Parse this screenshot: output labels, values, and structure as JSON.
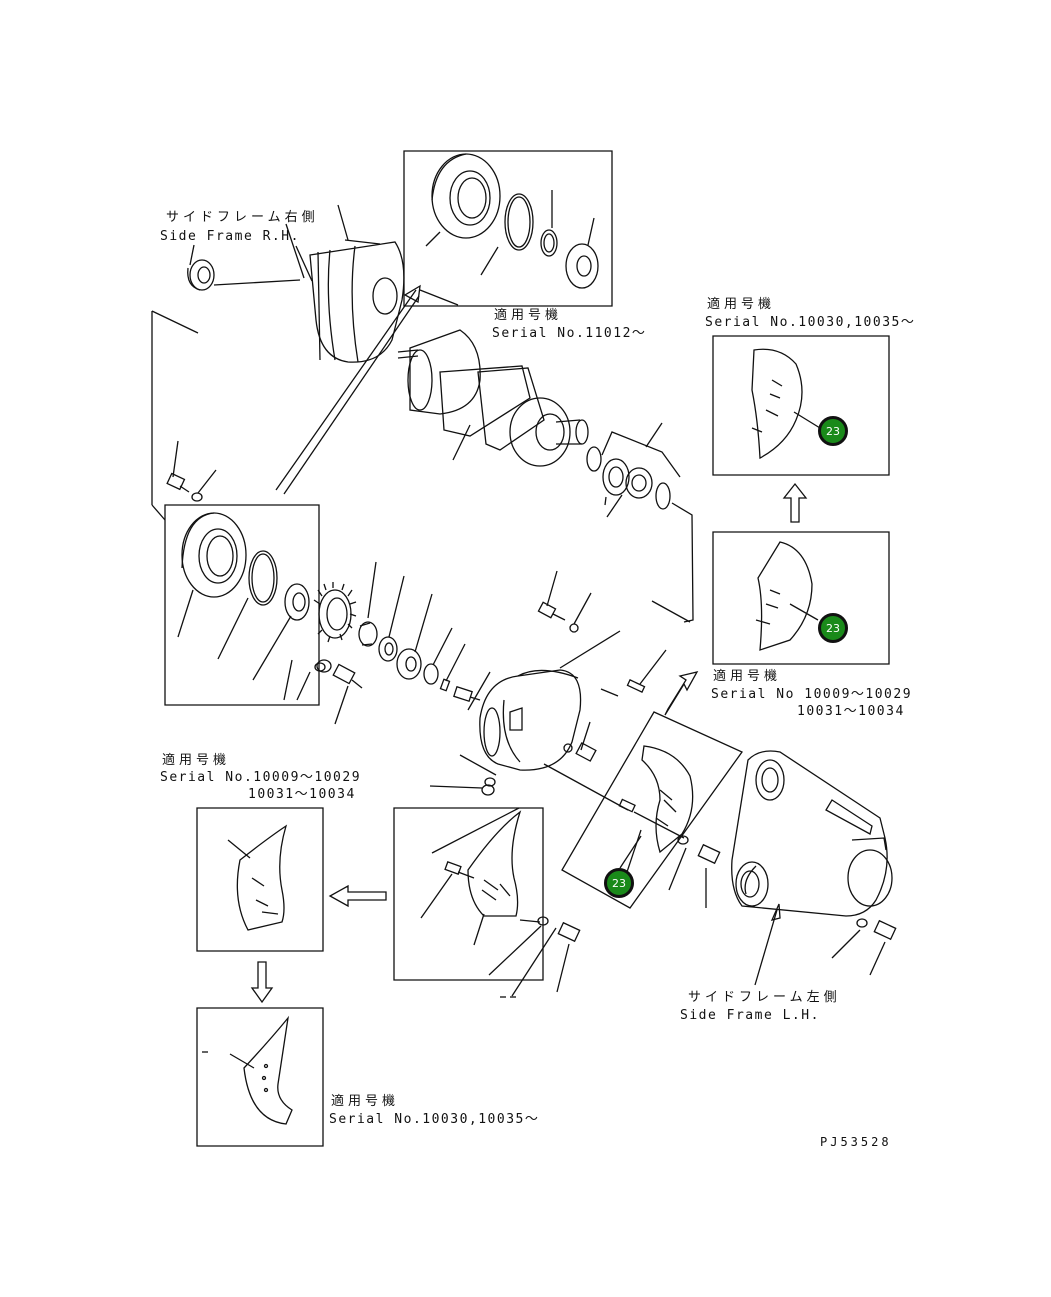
{
  "labels": {
    "side_frame_rh_jp": "サイドフレーム右側",
    "side_frame_rh_en": "Side Frame R.H.",
    "serial_jp": "適用号機",
    "serial_11012": "Serial No.11012～",
    "serial_10030_right": "Serial No.10030,10035～",
    "serial_10009_right_1": "Serial No 10009～10029",
    "serial_10009_right_2": "10031～10034",
    "serial_10009_left_1": "Serial No.10009～10029",
    "serial_10009_left_2": "10031～10034",
    "side_frame_lh_jp": "サイドフレーム左側",
    "side_frame_lh_en": "Side Frame L.H.",
    "serial_10030_bottom": "Serial No.10030,10035～",
    "drawing_no": "PJ53528"
  },
  "ref_markers": [
    "23",
    "23",
    "23"
  ],
  "colors": {
    "marker_fill": "#1a8a1a",
    "line": "#111111"
  }
}
